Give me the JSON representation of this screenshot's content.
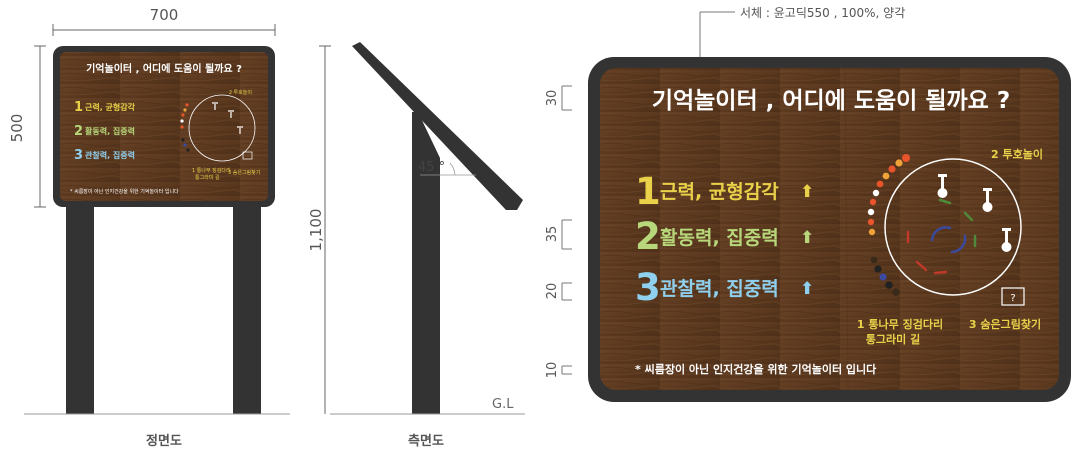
{
  "dimensions": {
    "width": "700",
    "height": "500",
    "post_height": "1,100",
    "angle": "45 °",
    "ground": "G.L",
    "d30": "30",
    "d35": "35",
    "d20": "20",
    "d10": "10"
  },
  "views": {
    "front": "정면도",
    "side": "측면도"
  },
  "note": "서체 : 윤고딕550 , 100%, 양각",
  "sign": {
    "title": "기억놀이터 , 어디에 도움이 될까요 ?",
    "benefits": [
      {
        "num": "1",
        "text": "근력, 균형감각",
        "arrow": "⬆"
      },
      {
        "num": "2",
        "text": "활동력, 집중력",
        "arrow": "⬆"
      },
      {
        "num": "3",
        "text": "관찰력, 집중력",
        "arrow": "⬆"
      }
    ],
    "game2": "2 투호놀이",
    "game1_line1": "1 통나무 징검다리",
    "game1_line2": "통그라미 길",
    "game3": "3 숨은그림찾기",
    "box_mark": "?",
    "footer": "*  씨름장이 아닌 인지건강을 위한 기억놀이터 입니다"
  },
  "colors": {
    "wood": "#5e3a20",
    "frame": "#333333",
    "num1": "#e9d24a",
    "num2": "#b7d77a",
    "num3": "#8fd0ee"
  }
}
